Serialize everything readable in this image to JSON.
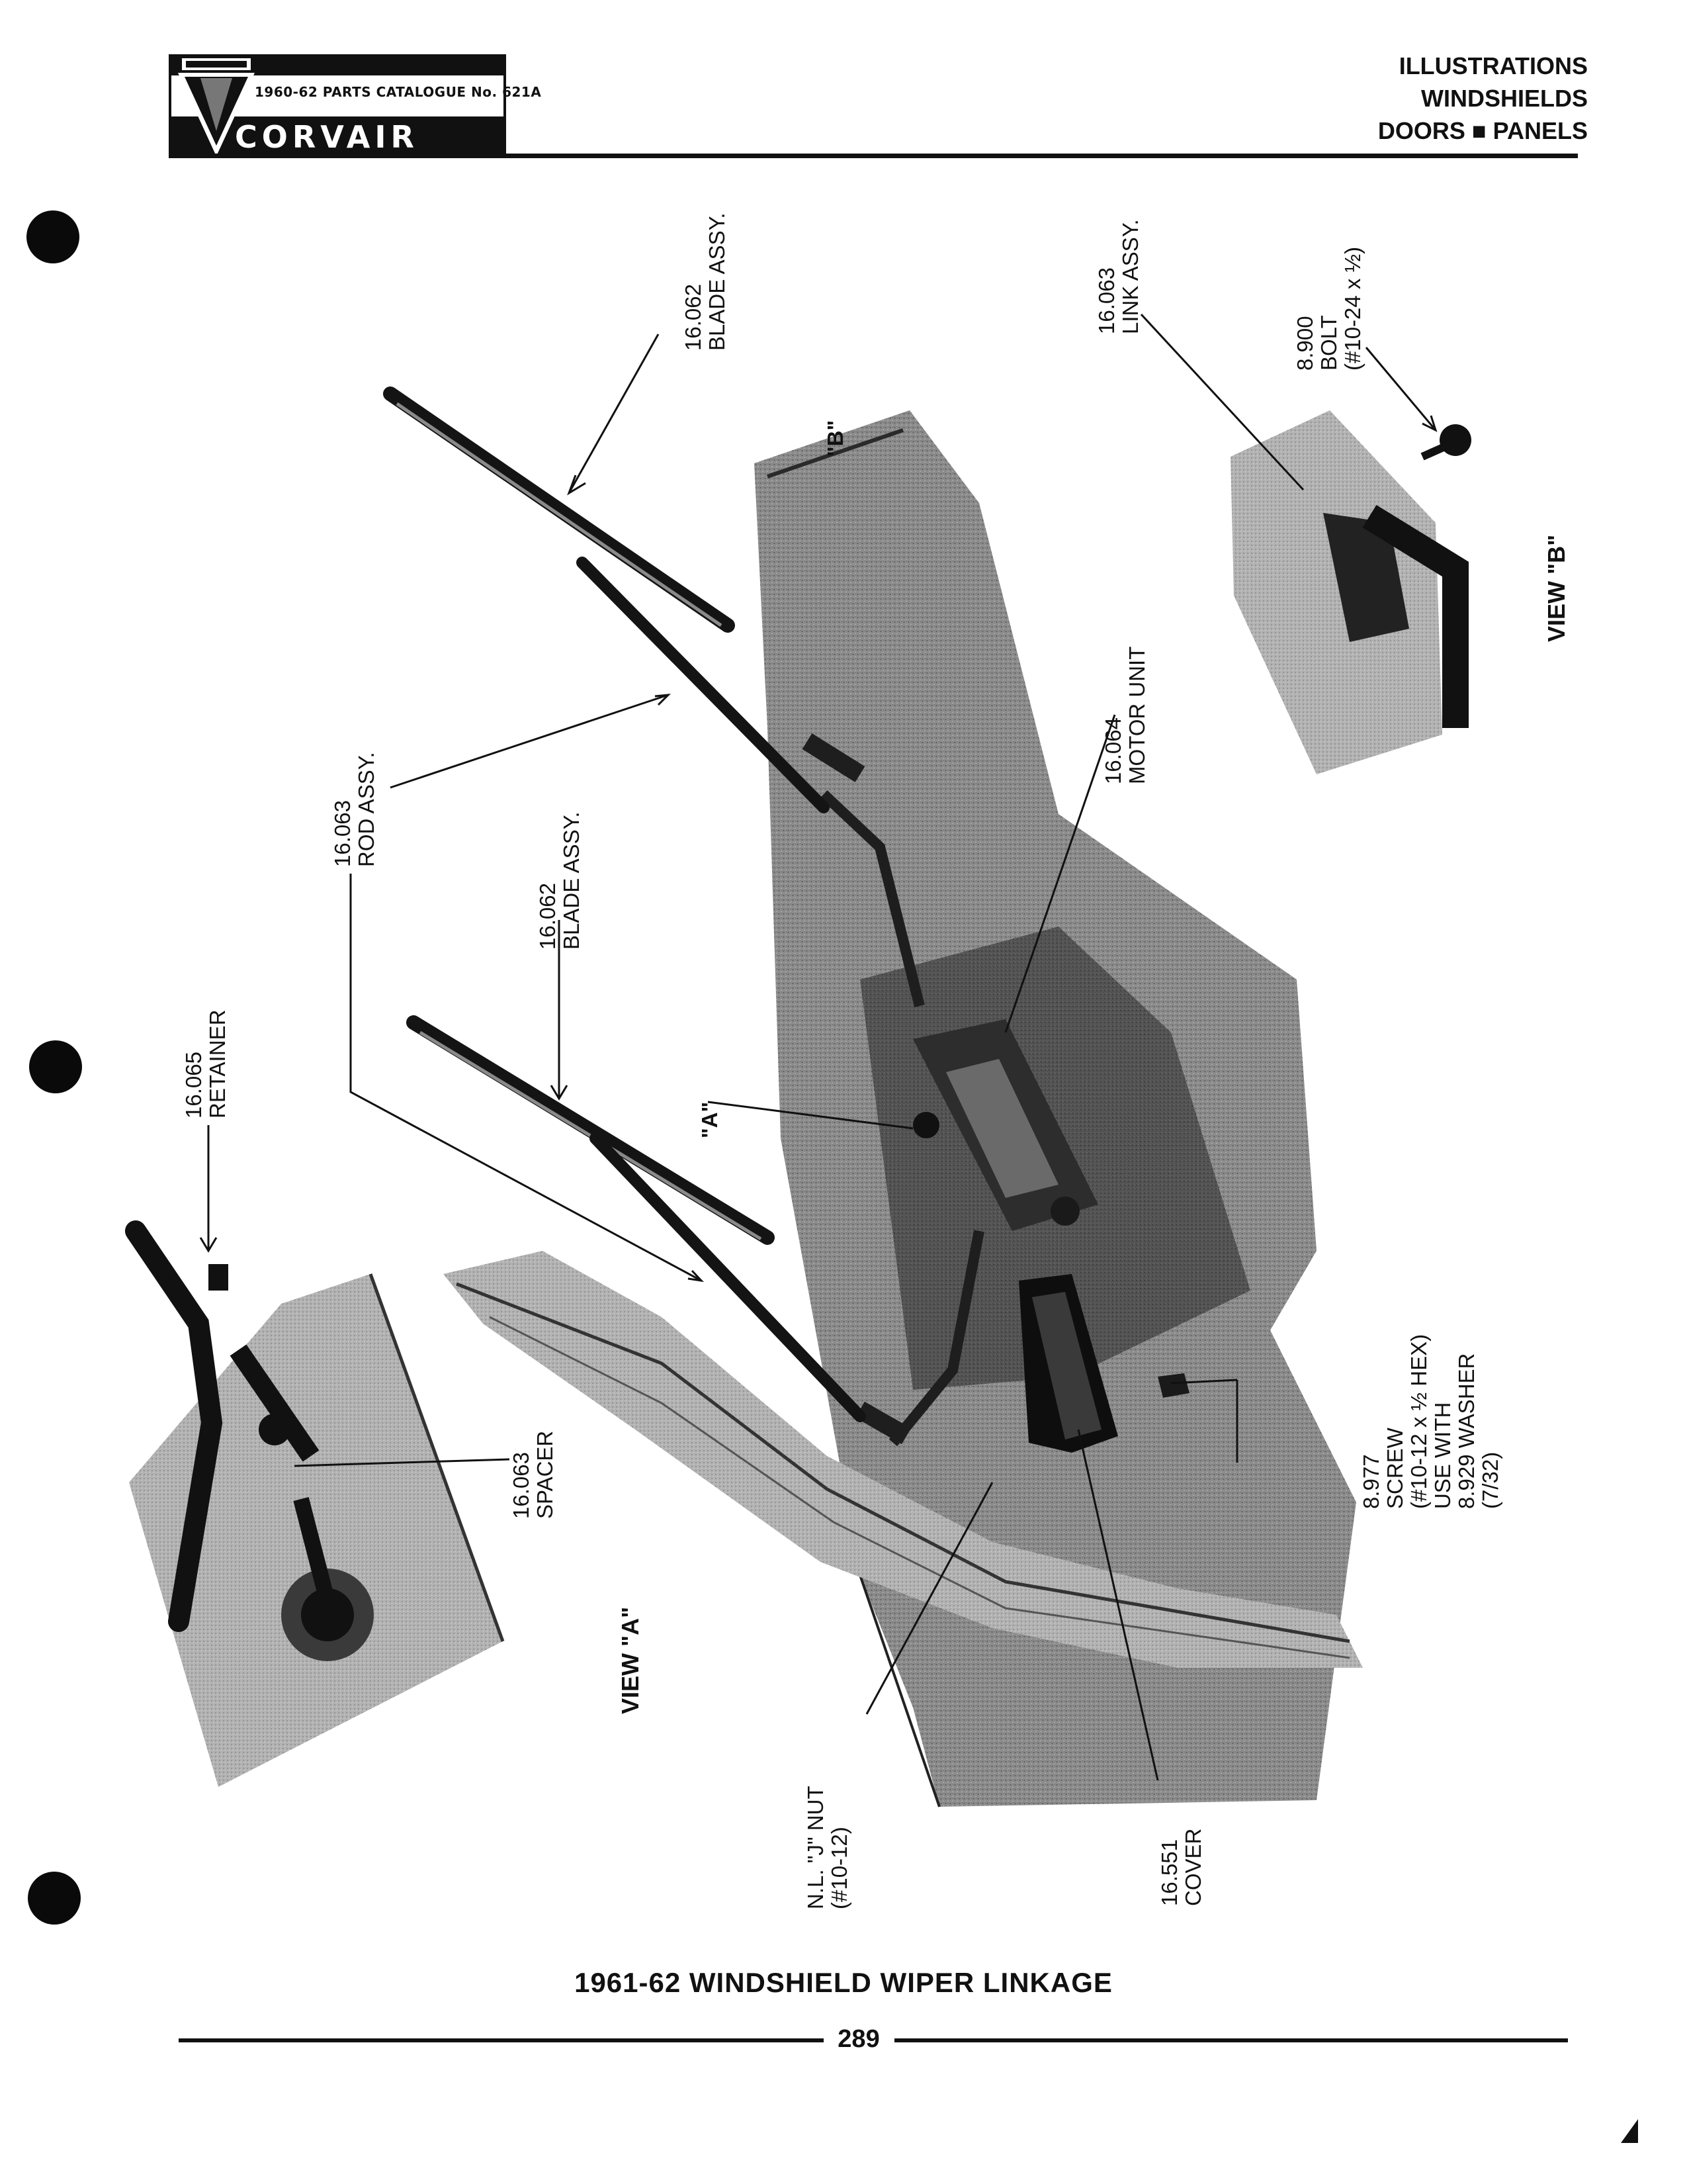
{
  "header": {
    "catalog_label": "1960-62 PARTS CATALOGUE No. 621A",
    "brand": "CORVAIR",
    "section": [
      "ILLUSTRATIONS",
      "WINDSHIELDS",
      "DOORS ■ PANELS"
    ]
  },
  "labels": {
    "blade_upper": {
      "num": "16.062",
      "name": "BLADE ASSY."
    },
    "link": {
      "num": "16.063",
      "name": "LINK ASSY."
    },
    "bolt": {
      "num": "8.900",
      "name": "BOLT",
      "spec": "(#10-24 x ½)"
    },
    "view_b_marker": "\"B\"",
    "view_b": "VIEW \"B\"",
    "rod": {
      "num": "16.063",
      "name": "ROD ASSY."
    },
    "motor": {
      "num": "16.064",
      "name": "MOTOR UNIT"
    },
    "blade_lower": {
      "num": "16.062",
      "name": "BLADE ASSY."
    },
    "retainer": {
      "num": "16.065",
      "name": "RETAINER"
    },
    "view_a_marker": "\"A\"",
    "screw": {
      "num": "8.977",
      "name": "SCREW",
      "spec": "(#10-12 x ½ HEX)",
      "note1": "USE WITH",
      "note2": "8.929 WASHER",
      "note3": "(7/32)"
    },
    "spacer": {
      "num": "16.063",
      "name": "SPACER"
    },
    "view_a": "VIEW \"A\"",
    "nut": {
      "name": "N.L. \"J\" NUT",
      "spec": "(#10-12)"
    },
    "cover": {
      "num": "16.551",
      "name": "COVER"
    }
  },
  "caption": "1961-62 WINDSHIELD WIPER LINKAGE",
  "page_number": "289"
}
